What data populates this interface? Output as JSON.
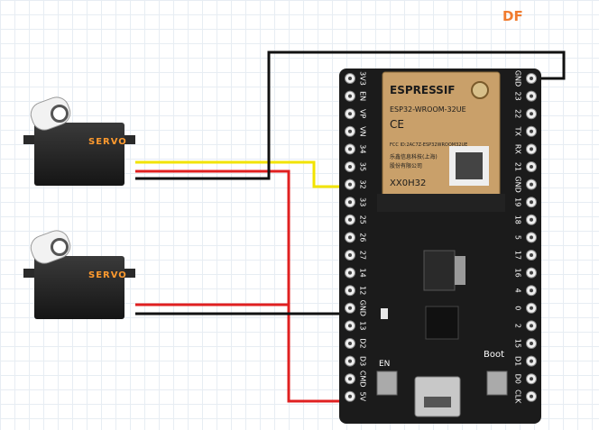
{
  "watermark": "DF",
  "module": {
    "brand": "ESPRESSIF",
    "model": "ESP32-WROOM-32UE",
    "fcc": "FCC ID:2AC7Z-ESP32WROOM32UE",
    "maker_cn": "乐鑫信息科技(上海)",
    "maker_cn2": "股份有限公司",
    "code": "XX0H32",
    "ce": "CE"
  },
  "pins_left": [
    "3V3",
    "EN",
    "VP",
    "VN",
    "34",
    "35",
    "32",
    "33",
    "25",
    "26",
    "27",
    "14",
    "12",
    "GND",
    "13",
    "D2",
    "D3",
    "CMD",
    "5V"
  ],
  "pins_right": [
    "GND",
    "23",
    "22",
    "TX",
    "RX",
    "21",
    "GND",
    "19",
    "18",
    "5",
    "17",
    "16",
    "4",
    "0",
    "2",
    "15",
    "D1",
    "D0",
    "CLK"
  ],
  "buttons": {
    "en": "EN",
    "boot": "Boot"
  },
  "servos": [
    {
      "label": "SERVO"
    },
    {
      "label": "SERVO"
    }
  ],
  "colors": {
    "board": "#1b1b1b",
    "module": "#c9a06a",
    "signal": "#f2e300",
    "power": "#e02020",
    "ground": "#111111"
  }
}
